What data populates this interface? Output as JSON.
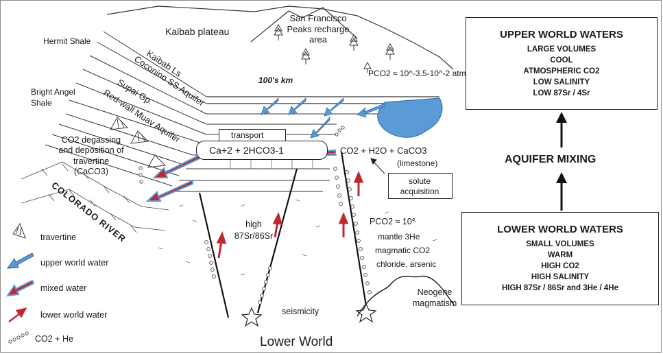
{
  "diagram": {
    "labels": {
      "kaibab_plateau": "Kaibab plateau",
      "san_francisco_peaks": "San Francisco Peaks recharge area",
      "hermit_shale": "Hermit Shale",
      "kaibab_ls": "Kaibab Ls",
      "coconino": "Coconino SS Aquifer",
      "bright_angel_shale": "Bright Angel Shale",
      "supai": "Supai Gp.",
      "redwall": "Red-wall Muav Aquifer",
      "km_scale": "100's km",
      "pco2_upper": "PCO2 ≈ 10^-3.5-10^-2 atm",
      "transport": "transport",
      "reaction_left": "Ca+2 + 2HCO3-1",
      "reaction_right": "CO2 + H2O + CaCO3",
      "limestone": "(limestone)",
      "solute_acquisition": "solute acquisition",
      "co2_degassing": "CO2 degassing and deposition of travertine (CaCO3)",
      "colorado_river": "COLORADO RIVER",
      "high_sr": "high 87Sr/86Sr",
      "pco2_lower": "PCO2 ≈ 10°",
      "mantle_he": "mantle 3He",
      "magmatic_co2": "magmatic CO2",
      "chloride_arsenic": "chloride, arsenic",
      "neogene": "Neogene magmatism",
      "seismicity": "seismicity",
      "lower_world": "Lower World"
    },
    "legend": [
      {
        "icon": "travertine-icon",
        "label": "travertine"
      },
      {
        "icon": "blue-arrow-icon",
        "label": "upper world water"
      },
      {
        "icon": "mixed-arrow-icon",
        "label": "mixed water"
      },
      {
        "icon": "red-arrow-icon",
        "label": "lower world water"
      },
      {
        "icon": "bubbles-icon",
        "label": "CO2 + He"
      }
    ]
  },
  "upper_box": {
    "title": "UPPER WORLD WATERS",
    "lines": [
      "LARGE VOLUMES",
      "COOL",
      "ATMOSPHERIC CO2",
      "LOW SALINITY",
      "LOW 87Sr / 4Sr"
    ]
  },
  "mixing_label": "AQUIFER MIXING",
  "lower_box": {
    "title": "LOWER WORLD WATERS",
    "lines": [
      "SMALL VOLUMES",
      "WARM",
      "HIGH CO2",
      "HIGH SALINITY",
      "HIGH 87Sr / 86Sr and 3He / 4He"
    ]
  },
  "colors": {
    "upper_water": "#5b9bd5",
    "lower_water": "#c0282d",
    "ink": "#1a1a1a"
  }
}
